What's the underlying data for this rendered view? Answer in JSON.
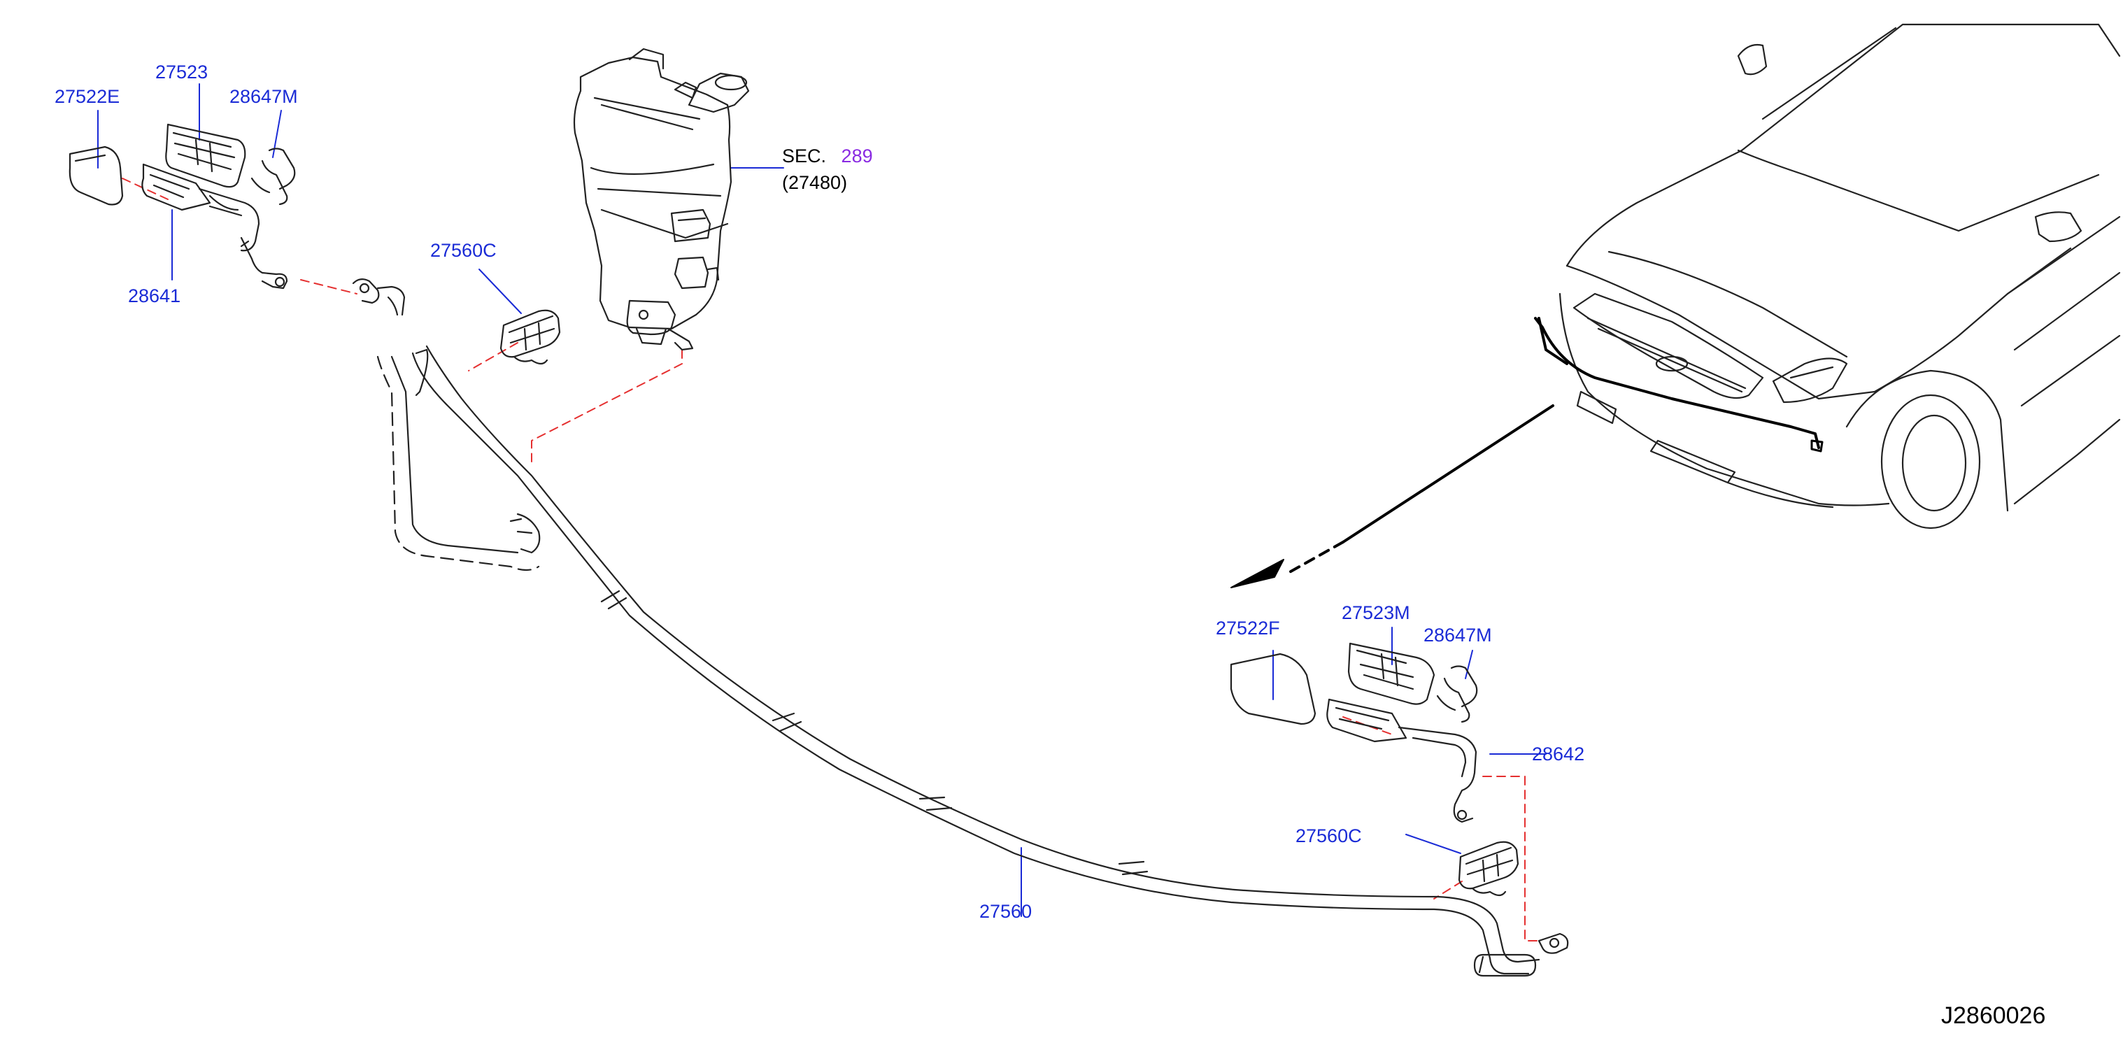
{
  "colors": {
    "part_label": "#1a2bd6",
    "section_link": "#8a2be2",
    "leader": "#1a2bd6",
    "linework": "#222222",
    "connection": "#e53030"
  },
  "labels": {
    "p27522E": "27522E",
    "p27523": "27523",
    "p28647M_left": "28647M",
    "p28641": "28641",
    "p27560C_top": "27560C",
    "p27522F": "27522F",
    "p27523M": "27523M",
    "p28647M_right": "28647M",
    "p28642": "28642",
    "p27560C_bottom": "27560C",
    "p27560": "27560"
  },
  "section_ref": {
    "prefix": "SEC.",
    "number": "289",
    "part": "(27480)"
  },
  "diagram_code": "J2860026"
}
